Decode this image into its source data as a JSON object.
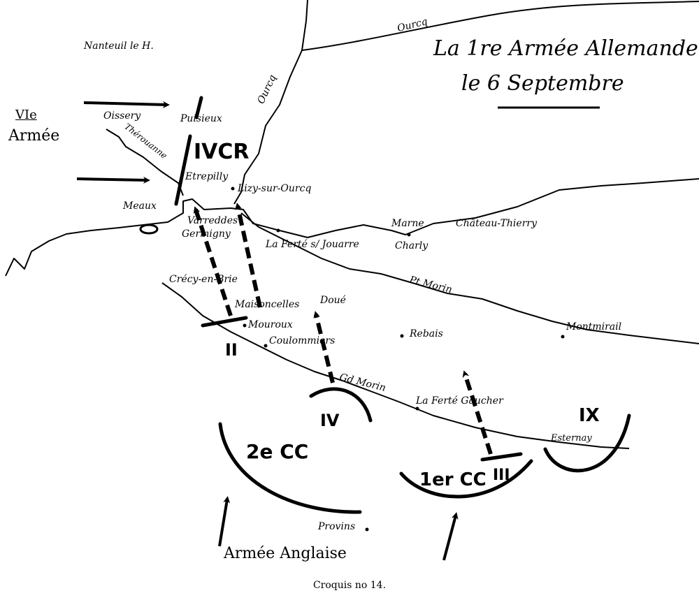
{
  "title": {
    "line1": "La 1re Armée Allemande",
    "line2": "le 6 Septembre"
  },
  "caption": "Croquis no 14.",
  "armies": {
    "sixth_line1": "VIe",
    "sixth_line2": "Armée",
    "british": "Armée  Anglaise"
  },
  "units": {
    "ivcr": "IVCR",
    "ii": "II",
    "iv": "IV",
    "iii": "III",
    "ix": "IX",
    "cc2": "2e CC",
    "cc1": "1er CC"
  },
  "rivers": {
    "ourcq_top": "Ourcq",
    "ourcq": "Ourcq",
    "therouanne": "Thérouanne",
    "marne": "Marne",
    "petit_morin": "Pt Morin",
    "grand_morin": "Gd Morin"
  },
  "places": {
    "nanteuil": "Nanteuil le H.",
    "oissery": "Oissery",
    "puisieux": "Puisieux",
    "etrepilly": "Etrepilly",
    "lizy": "Lizy-sur-Ourcq",
    "meaux": "Meaux",
    "varreddes": "Varreddes",
    "germigny": "Germigny",
    "ferte_jouarre": "La Ferté s/ Jouarre",
    "charly": "Charly",
    "chateau_thierry": "Château-Thierry",
    "crecy": "Crécy-en-Brie",
    "maisoncelles": "Maisoncelles",
    "doue": "Doué",
    "mouroux": "Mouroux",
    "coulommiers": "Coulommiers",
    "rebais": "Rebais",
    "montmirail": "Montmirail",
    "ferte_gaucher": "La Ferté Gaucher",
    "esternay": "Esternay",
    "provins": "Provins"
  }
}
